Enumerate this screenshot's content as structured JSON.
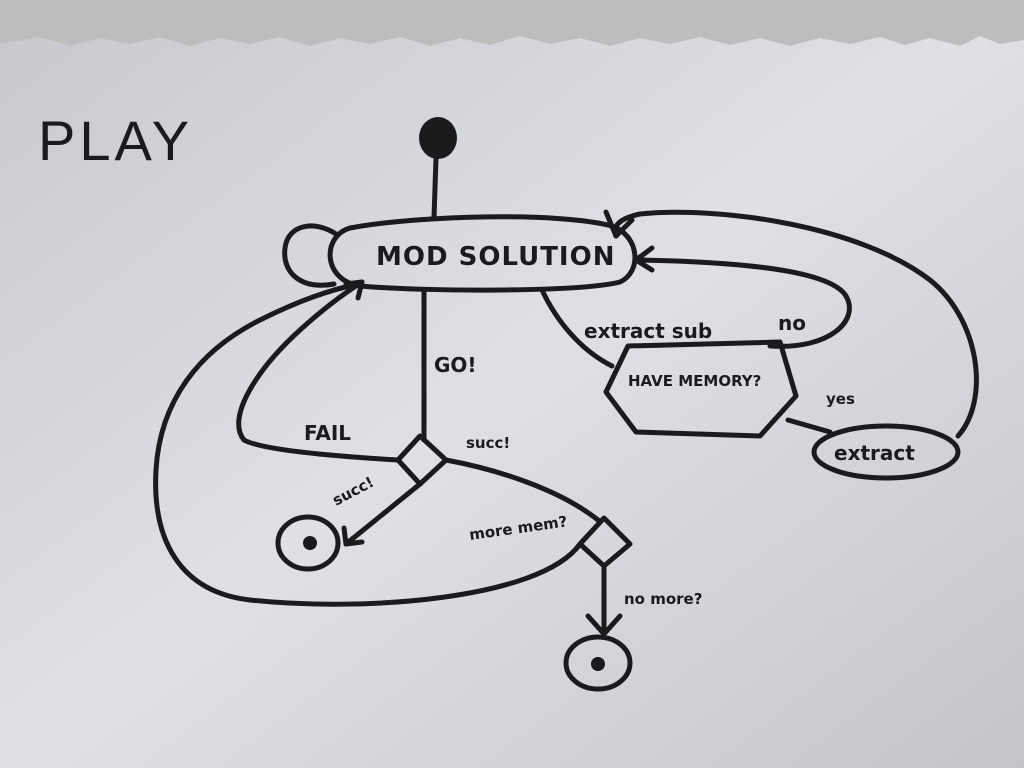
{
  "colors": {
    "paper": "#dcdde3",
    "paper_top": "#c9c9c9",
    "ink": "#1b1b1d"
  },
  "diagram": {
    "title": "PLAY",
    "states": {
      "mod_solution": "MOD SOLUTION",
      "have_memory": "HAVE MEMORY?",
      "extract": "extract"
    },
    "transitions": {
      "go": "GO!",
      "fail": "FAIL",
      "succ": "succ!",
      "succ_exit": "succ!",
      "more_mem": "more mem?",
      "no_more": "no more?",
      "extract_sub": "extract sub",
      "no": "no",
      "yes": "yes"
    }
  }
}
